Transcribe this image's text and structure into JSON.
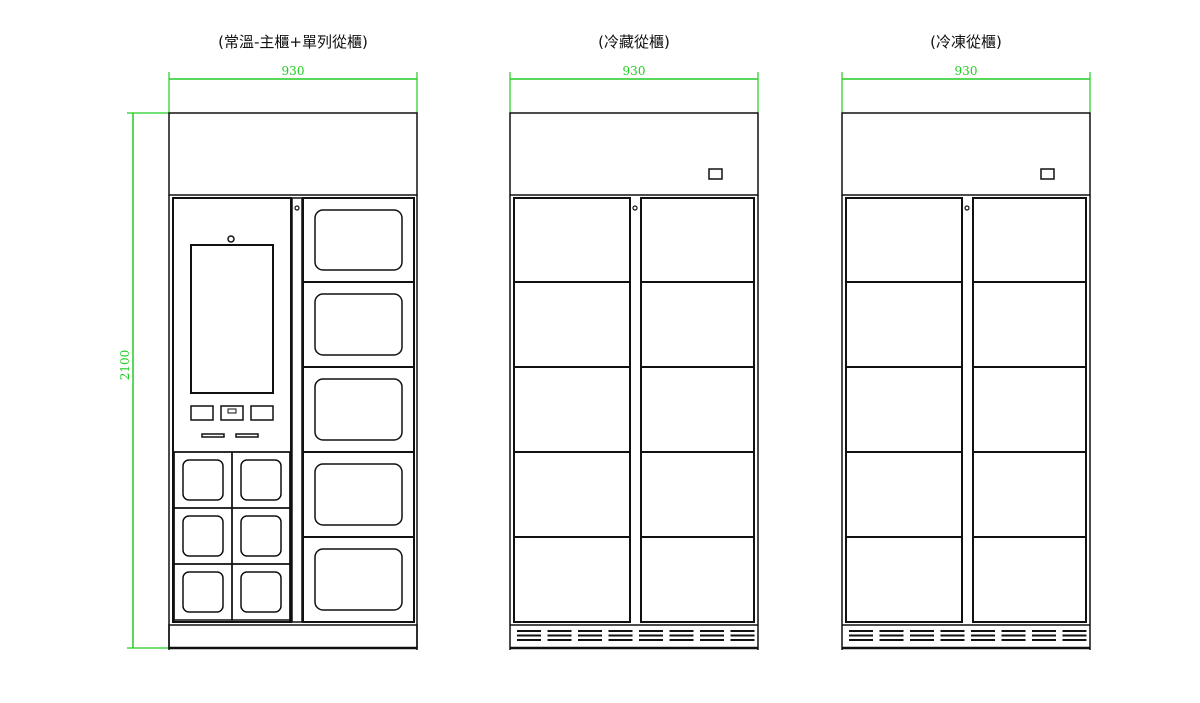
{
  "cabinets": [
    {
      "title": "(常溫-主櫃+單列從櫃)",
      "width_label": "930",
      "height_label": "2100",
      "type": "main"
    },
    {
      "title": "(冷藏從櫃)",
      "width_label": "930",
      "type": "fridge"
    },
    {
      "title": "(冷凍從櫃)",
      "width_label": "930",
      "type": "freezer"
    }
  ],
  "colors": {
    "line": "#111111",
    "dimension": "#22cc22"
  }
}
